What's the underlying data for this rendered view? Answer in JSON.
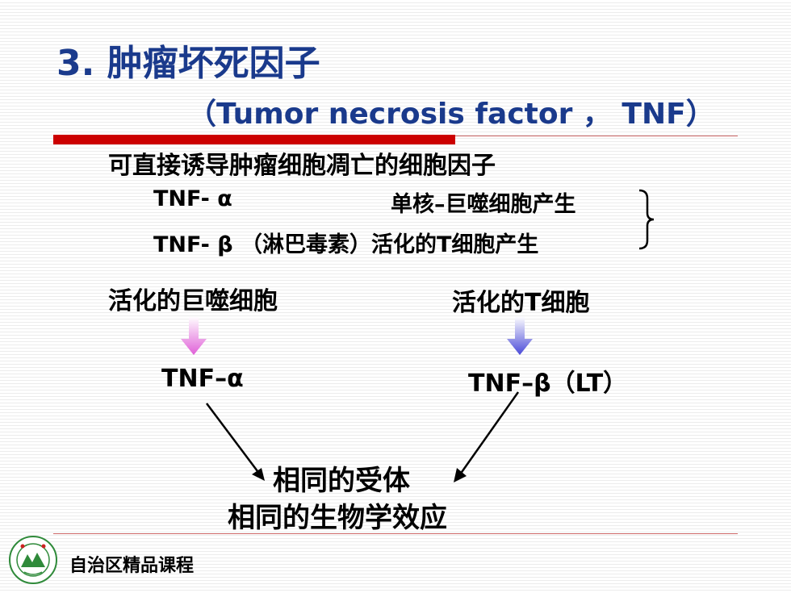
{
  "slide": {
    "title": "3. 肿瘤坏死因子",
    "subtitle": "（Tumor necrosis factor ， TNF）",
    "intro": "可直接诱导肿瘤细胞凋亡的细胞因子",
    "tnf_alpha": {
      "name": "TNF- α",
      "source": "单核–巨噬细胞产生"
    },
    "tnf_beta": {
      "name_and_source": "TNF- β （淋巴毒素）活化的T细胞产生"
    },
    "brace": "}",
    "diagram": {
      "left_source": "活化的巨噬细胞",
      "right_source": "活化的T细胞",
      "left_result": "TNF–α",
      "right_result": "TNF–β（LT）",
      "receptor": "相同的受体",
      "effect": "相同的生物学效应"
    }
  },
  "footer": {
    "text": "自治区精品课程"
  },
  "colors": {
    "title": "#1a3a8c",
    "accent_bar": "#cc0000",
    "rule": "#cc6666",
    "pink_arrow": "#e060d8",
    "blue_arrow": "#4a4ad8"
  },
  "icons": {
    "logo": "university-seal-icon"
  }
}
